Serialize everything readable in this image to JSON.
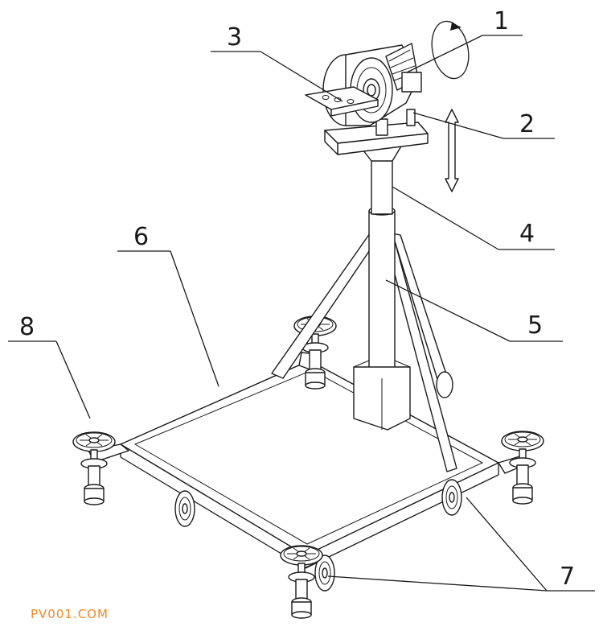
{
  "labels": [
    {
      "id": "1",
      "text": "1"
    },
    {
      "id": "2",
      "text": "2"
    },
    {
      "id": "3",
      "text": "3"
    },
    {
      "id": "4",
      "text": "4"
    },
    {
      "id": "5",
      "text": "5"
    },
    {
      "id": "6",
      "text": "6"
    },
    {
      "id": "7",
      "text": "7"
    },
    {
      "id": "8",
      "text": "8"
    }
  ],
  "watermark": "PV001.COM"
}
